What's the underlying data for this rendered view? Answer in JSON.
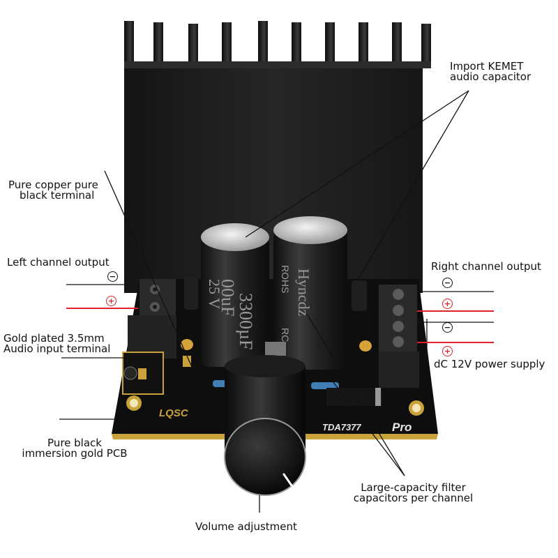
{
  "labels": {
    "kemet": [
      "Import KEMET",
      "audio capacitor"
    ],
    "copper": [
      "Pure copper pure",
      "black terminal"
    ],
    "left_output": "Left channel output",
    "right_output": "Right channel output",
    "gold_input": [
      "Gold plated 3.5mm",
      "Audio input terminal"
    ],
    "power": "dC 12V power supply",
    "pcb": [
      "Pure black",
      "immersion gold PCB"
    ],
    "filter_caps": [
      "Large-capacity filter",
      "capacitors per channel"
    ],
    "volume": "Volume adjustment"
  },
  "polarity": {
    "left": [
      "−",
      "+"
    ],
    "right": [
      "−",
      "+",
      "−",
      "+"
    ]
  },
  "board_print": {
    "brand": "LQSC",
    "model": "TDA7377",
    "model_suffix": "Pro",
    "cap_left": [
      "00uF",
      "25 V",
      "3300µF"
    ],
    "cap_right": [
      "Hyncdz",
      "ROHS",
      "RC"
    ]
  },
  "colors": {
    "background": "#ffffff",
    "heatsink": "#1b1b1b",
    "pcb": "#0e0e0e",
    "gold_edge": "#c9a23c",
    "terminal_block": "#2a2a2a",
    "capacitor_body": "#242424",
    "plus_marker": "#e0202a",
    "minus_marker": "#111111",
    "leader_line": "#111111"
  }
}
